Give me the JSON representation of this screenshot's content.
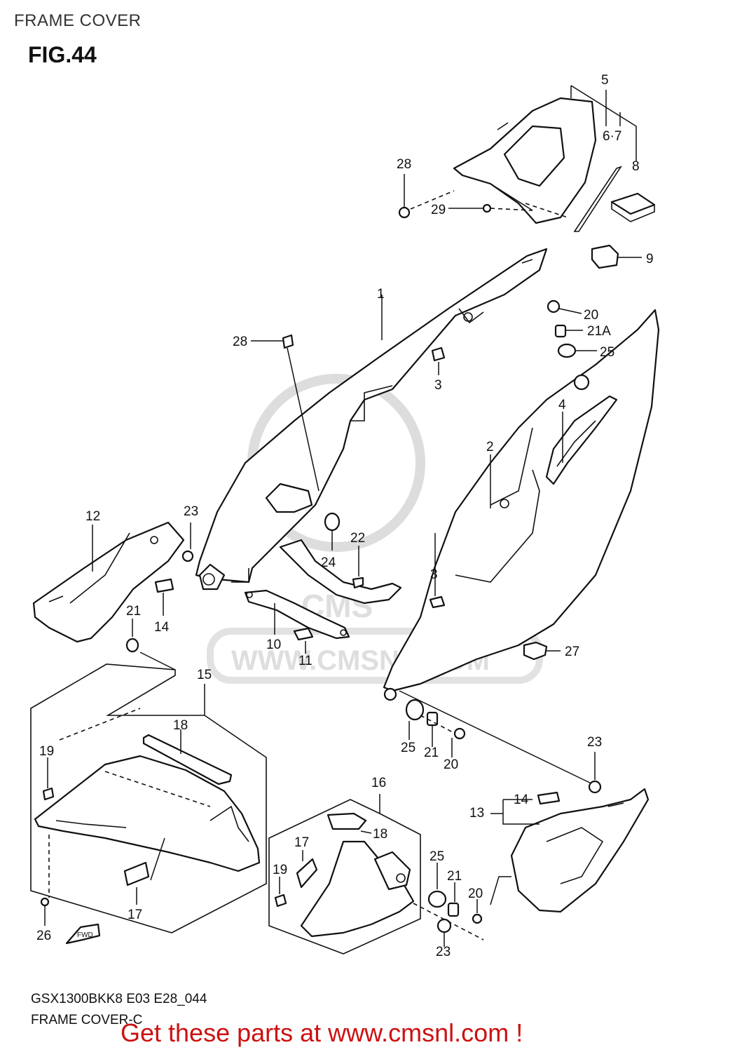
{
  "header": {
    "section_title": "FRAME COVER",
    "figure_number": "FIG.44"
  },
  "watermark": {
    "logo_text": "CMS",
    "url_text": "WWW.CMSNL.COM"
  },
  "callouts": [
    {
      "id": "c5",
      "text": "5"
    },
    {
      "id": "c67",
      "text": "6·7"
    },
    {
      "id": "c8",
      "text": "8"
    },
    {
      "id": "c28a",
      "text": "28"
    },
    {
      "id": "c29",
      "text": "29"
    },
    {
      "id": "c9",
      "text": "9"
    },
    {
      "id": "c1",
      "text": "1"
    },
    {
      "id": "c20a",
      "text": "20"
    },
    {
      "id": "c21Aa",
      "text": "21A"
    },
    {
      "id": "c25a",
      "text": "25"
    },
    {
      "id": "c28b",
      "text": "28"
    },
    {
      "id": "c3a",
      "text": "3"
    },
    {
      "id": "c4",
      "text": "4"
    },
    {
      "id": "c2",
      "text": "2"
    },
    {
      "id": "c12",
      "text": "12"
    },
    {
      "id": "c23a",
      "text": "23"
    },
    {
      "id": "c22",
      "text": "22"
    },
    {
      "id": "c24",
      "text": "24"
    },
    {
      "id": "c3b",
      "text": "3"
    },
    {
      "id": "c21a",
      "text": "21"
    },
    {
      "id": "c14a",
      "text": "14"
    },
    {
      "id": "c10",
      "text": "10"
    },
    {
      "id": "c11",
      "text": "11"
    },
    {
      "id": "c27",
      "text": "27"
    },
    {
      "id": "c15",
      "text": "15"
    },
    {
      "id": "c18a",
      "text": "18"
    },
    {
      "id": "c19a",
      "text": "19"
    },
    {
      "id": "c25b",
      "text": "25"
    },
    {
      "id": "c21b",
      "text": "21"
    },
    {
      "id": "c20b",
      "text": "20"
    },
    {
      "id": "c23b",
      "text": "23"
    },
    {
      "id": "c16",
      "text": "16"
    },
    {
      "id": "c14b",
      "text": "14"
    },
    {
      "id": "c13",
      "text": "13"
    },
    {
      "id": "c18b",
      "text": "18"
    },
    {
      "id": "c17a",
      "text": "17"
    },
    {
      "id": "c19b",
      "text": "19"
    },
    {
      "id": "c25c",
      "text": "25"
    },
    {
      "id": "c21c",
      "text": "21"
    },
    {
      "id": "c20c",
      "text": "20"
    },
    {
      "id": "c17b",
      "text": "17"
    },
    {
      "id": "c26",
      "text": "26"
    },
    {
      "id": "c23c",
      "text": "23"
    }
  ],
  "fwd_label": "FWD",
  "footer": {
    "model_code": "GSX1300BKK8 E03 E28_044",
    "figure_caption": "FRAME COVER-C",
    "promo_text": "Get these parts at www.cmsnl.com !"
  },
  "colors": {
    "promo": "#cc1111",
    "line": "#111111",
    "watermark": "#dddddd"
  }
}
